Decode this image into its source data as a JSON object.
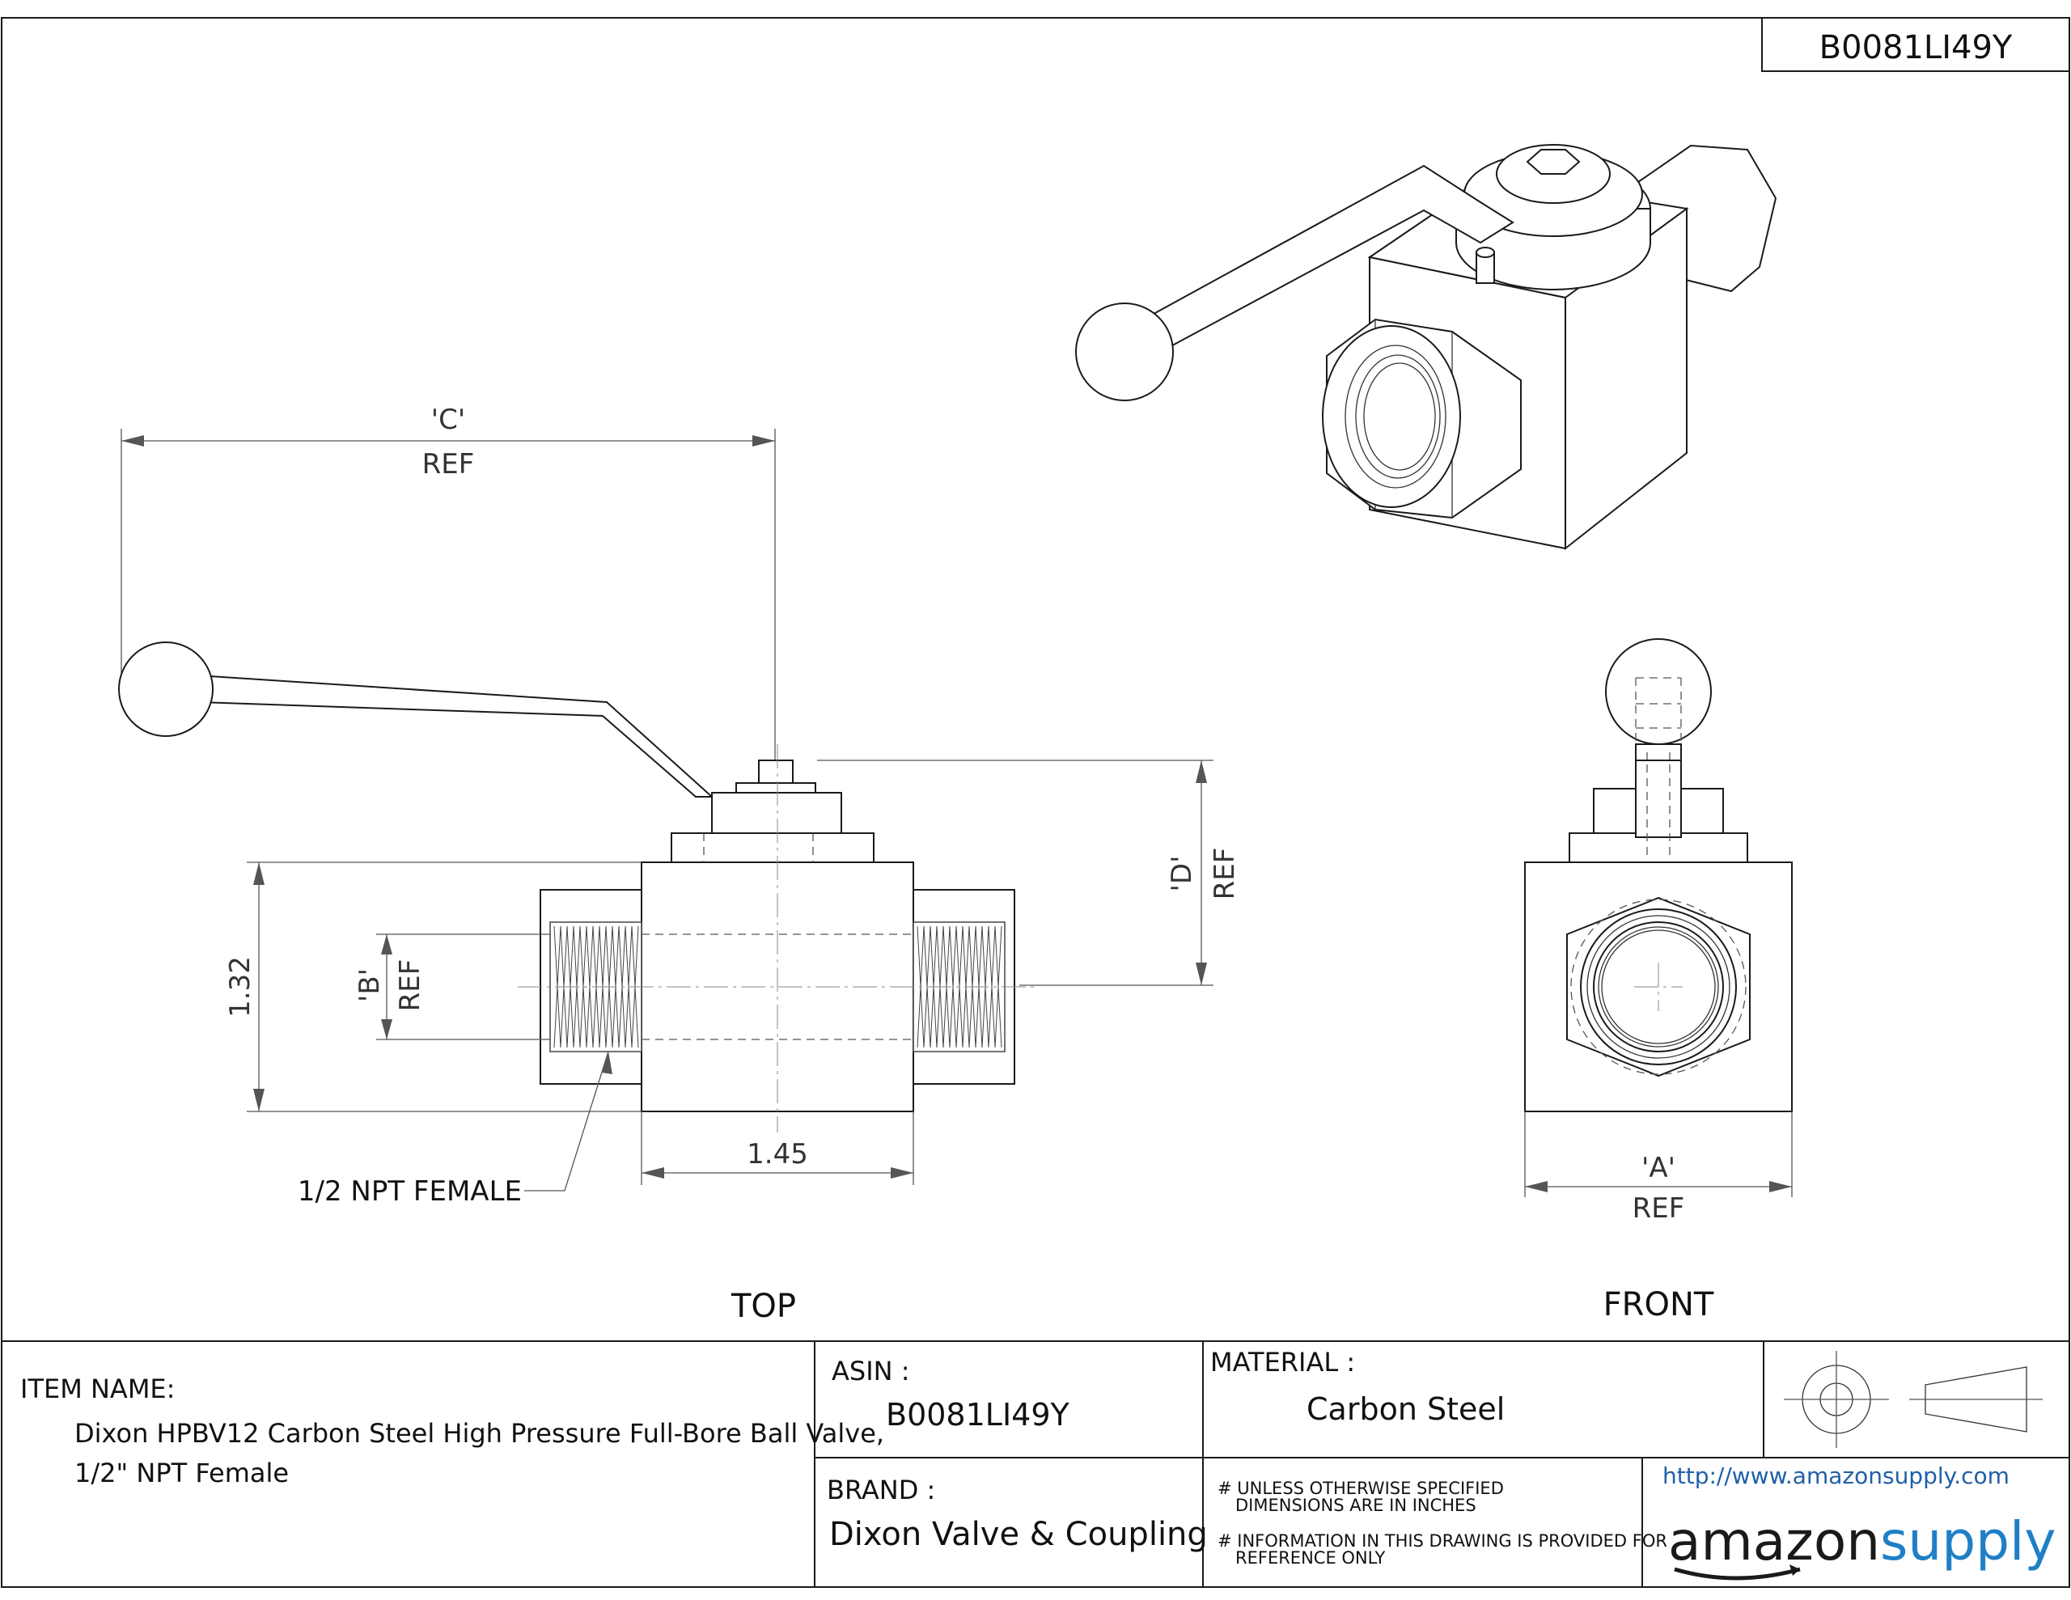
{
  "header": {
    "part_number": "B0081LI49Y"
  },
  "views": {
    "top_label": "TOP",
    "front_label": "FRONT"
  },
  "dimensions": {
    "c_label": "'C'",
    "c_ref": "REF",
    "d_label": "'D'",
    "d_ref": "REF",
    "b_label": "'B'",
    "b_ref": "REF",
    "a_label": "'A'",
    "a_ref": "REF",
    "height": "1.32",
    "width": "1.45",
    "thread_callout": "1/2 NPT FEMALE"
  },
  "title_block": {
    "item_name_label": "ITEM NAME:",
    "item_name_line1": "Dixon HPBV12 Carbon Steel High Pressure Full-Bore Ball Valve,",
    "item_name_line2": "1/2\" NPT Female",
    "asin_label": "ASIN :",
    "asin_value": "B0081LI49Y",
    "material_label": "MATERIAL :",
    "material_value": "Carbon Steel",
    "brand_label": "BRAND :",
    "brand_value": "Dixon Valve & Coupling",
    "note1_line1": "# UNLESS OTHERWISE SPECIFIED",
    "note1_line2": "DIMENSIONS ARE IN INCHES",
    "note2_line1": "# INFORMATION IN THIS DRAWING IS PROVIDED FOR",
    "note2_line2": "REFERENCE ONLY",
    "url": "http://www.amazonsupply.com",
    "logo_part1": "amazon",
    "logo_part2": "supply"
  },
  "colors": {
    "logo_dark": "#1a1a1a",
    "logo_blue": "#1f7fc6",
    "url_blue": "#1f5fa8"
  }
}
